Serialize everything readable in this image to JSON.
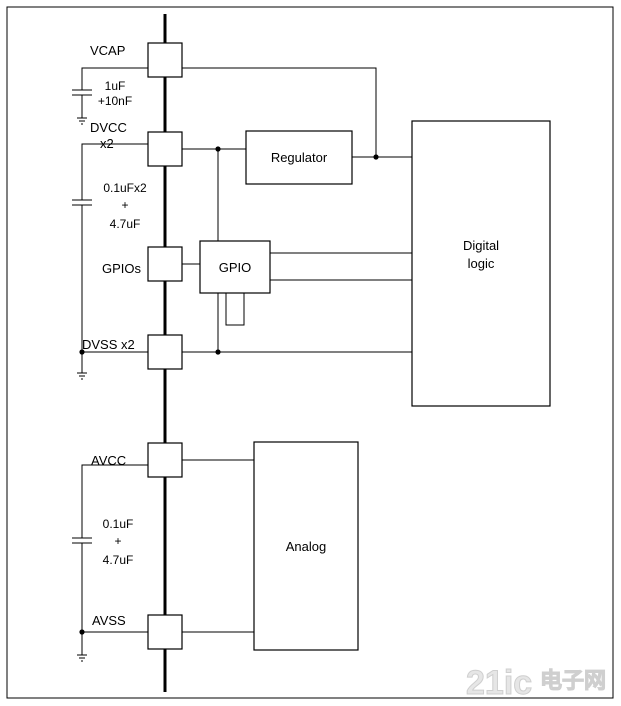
{
  "pins": {
    "vcap": "VCAP",
    "dvcc": "DVCC",
    "dvcc_count": "x2",
    "gpios": "GPIOs",
    "dvss": "DVSS x2",
    "avcc": "AVCC",
    "avss": "AVSS"
  },
  "blocks": {
    "regulator": "Regulator",
    "gpio": "GPIO",
    "digital_line1": "Digital",
    "digital_line2": "logic",
    "analog": "Analog"
  },
  "capacitors": {
    "vcap_line1": "1uF",
    "vcap_line2": "+10nF",
    "dvcc_line1": "0.1uFx2",
    "dvcc_line2": "+",
    "dvcc_line3": "4.7uF",
    "avcc_line1": "0.1uF",
    "avcc_line2": "+",
    "avcc_line3": "4.7uF"
  },
  "watermark": {
    "number": "21ic",
    "text": "电子网"
  }
}
